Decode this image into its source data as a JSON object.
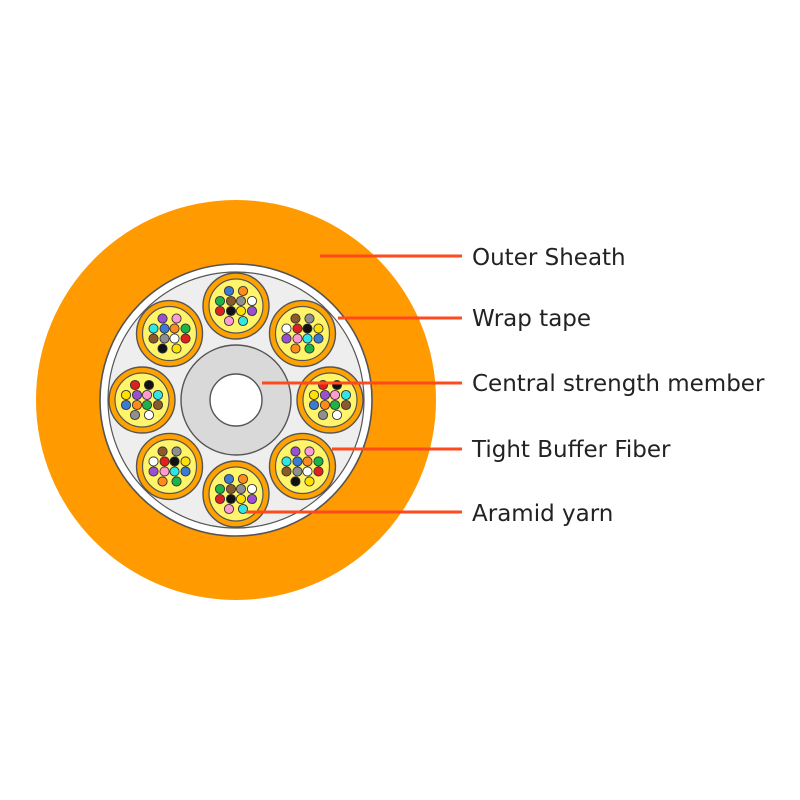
{
  "labels": {
    "outer_sheath": "Outer Sheath",
    "wrap_tape": "Wrap tape",
    "central_strength_member": "Central strength member",
    "tight_buffer_fiber": "Tight Buffer Fiber",
    "aramid_yarn": "Aramid yarn"
  },
  "colors": {
    "sheath": "#ff9a00",
    "wrap_tape": "#ffffff",
    "aramid_fill": "#eeeeee",
    "subunit_jacket": "#ffa200",
    "subunit_core": "#fff46a",
    "central_member": "#d9d9d9",
    "leader_line": "#ff4a1e",
    "outline": "#555555"
  },
  "subunit_count": 8,
  "fiber_colors": [
    "#3a7bd5",
    "#ff8c1a",
    "#1bb34a",
    "#8b5a2b",
    "#8f8f8f",
    "#ffffff",
    "#e02020",
    "#111111",
    "#ffe100",
    "#9b4fd1",
    "#ff9ad5",
    "#2ee6e6"
  ]
}
